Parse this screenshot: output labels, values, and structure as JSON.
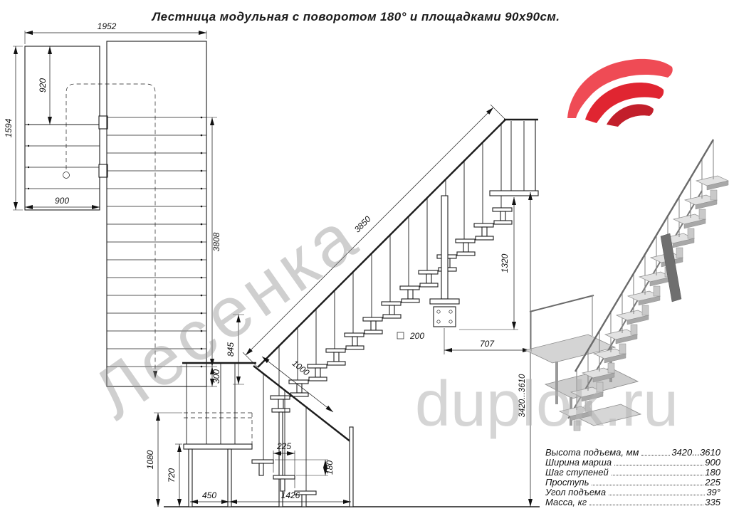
{
  "title": "Лестница модульная с поворотом 180° и площадками 90х90см.",
  "watermarks": {
    "brand": "Лесенка",
    "site": "duplok.ru"
  },
  "plan": {
    "total_width": "1952",
    "landing_depth": "920",
    "left_height": "1594",
    "landing_width": "900",
    "flight_length": "3808",
    "end_offset": "300"
  },
  "elevation": {
    "rail_length": "3850",
    "support_height": "1320",
    "total_height": "3420...3610",
    "plate_size": "200",
    "plate_offset": "707",
    "rail_segment": "1000",
    "rail_height": "845",
    "tread_depth": "225",
    "riser_height": "180",
    "landing_rail": "1080",
    "landing_height": "720",
    "post_spacing": "450",
    "lower_run": "1426"
  },
  "specs": {
    "rows": [
      {
        "label": "Высота подъема, мм",
        "value": "3420...3610"
      },
      {
        "label": "Ширина марша",
        "value": "900"
      },
      {
        "label": "Шаг ступеней",
        "value": "180"
      },
      {
        "label": "Проступь",
        "value": "225"
      },
      {
        "label": "Угол подъема",
        "value": "39°"
      },
      {
        "label": "Масса, кг",
        "value": "335"
      }
    ]
  }
}
